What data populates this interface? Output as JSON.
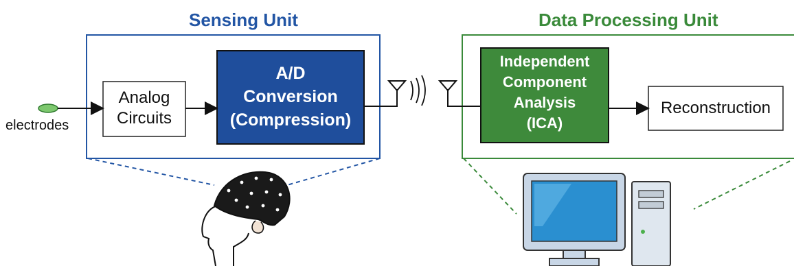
{
  "sensing_unit": {
    "title": "Sensing Unit",
    "analog_box": {
      "line1": "Analog",
      "line2": "Circuits"
    },
    "ad_box": {
      "line1": "A/D",
      "line2": "Conversion",
      "line3": "(Compression)"
    },
    "colors": {
      "frame": "#2255a4",
      "ad_fill": "#1f4e9c"
    }
  },
  "data_processing_unit": {
    "title": "Data Processing Unit",
    "ica_box": {
      "line1": "Independent",
      "line2": "Component",
      "line3": "Analysis",
      "line4": "(ICA)"
    },
    "reconstruction_box": {
      "label": "Reconstruction"
    },
    "colors": {
      "frame": "#3a8a3a",
      "ica_fill": "#3e8a3b"
    }
  },
  "electrodes": {
    "label": "electrodes"
  }
}
